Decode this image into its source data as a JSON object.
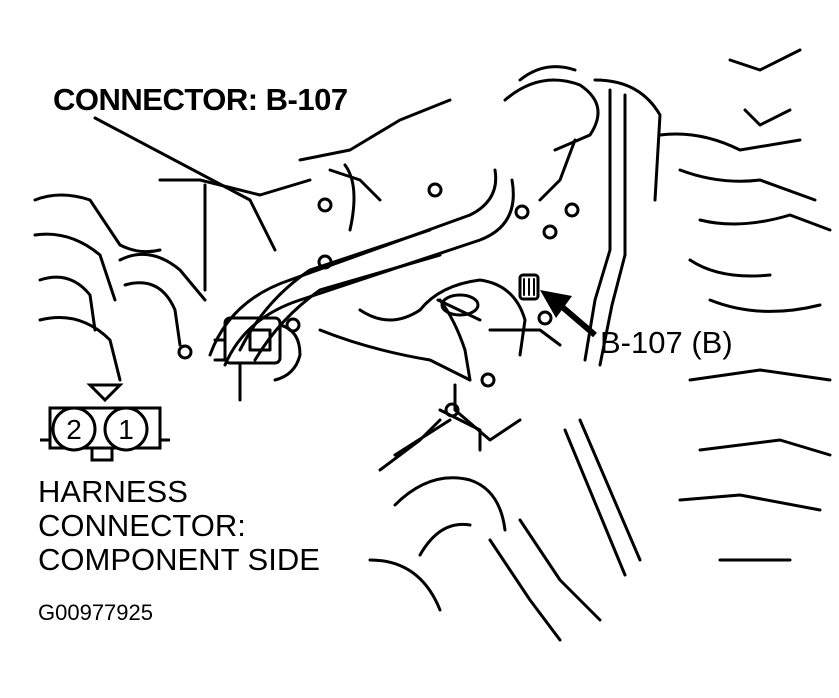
{
  "diagram": {
    "title": "CONNECTOR: B-107",
    "callout": "B-107 (B)",
    "harness_lines": [
      "HARNESS",
      "CONNECTOR:",
      "COMPONENT SIDE"
    ],
    "pins": [
      "2",
      "1"
    ],
    "figure_code": "G00977925"
  },
  "colors": {
    "ink": "#000000",
    "paper": "#ffffff"
  }
}
